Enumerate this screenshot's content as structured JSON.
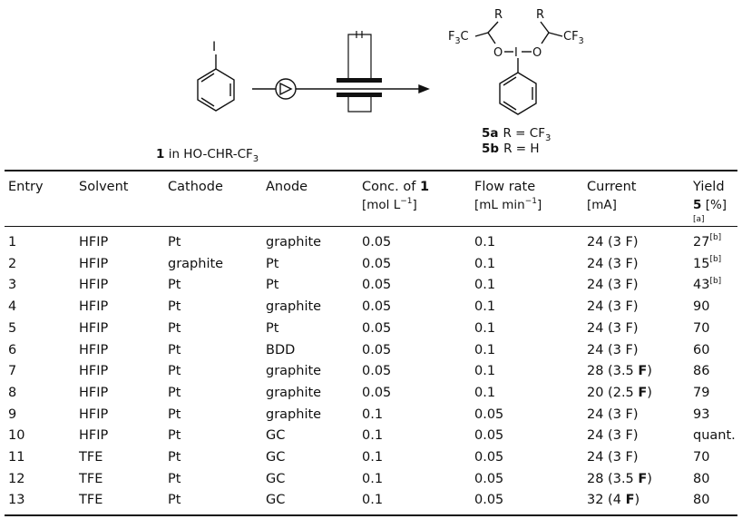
{
  "scheme": {
    "reactant_label": "1",
    "reactant_condition_text": " in HO-CHR-CF",
    "reactant_condition_sub": "3",
    "iodo_atom": "I",
    "product_I": "I",
    "product_O_left": "O",
    "product_O_right": "O",
    "product_R_left": "R",
    "product_R_right": "R",
    "cf3_left": "F",
    "cf3_left_sub": "3",
    "cf3_left_tail": "C",
    "cf3_right": "CF",
    "cf3_right_sub": "3",
    "product_5a_label": "5a",
    "product_5a_text": "R = CF",
    "product_5a_sub": "3",
    "product_5b_label": "5b",
    "product_5b_text": "R = H"
  },
  "table": {
    "headers": [
      {
        "text": "Entry"
      },
      {
        "text": "Solvent"
      },
      {
        "text": "Cathode"
      },
      {
        "text": "Anode"
      },
      {
        "text": "Conc. of ",
        "bold": "1",
        "sub_a": "[mol L",
        "sub_sup": "−1",
        "sub_b": "]"
      },
      {
        "text": "Flow rate",
        "sub_a": "[mL min",
        "sub_sup": "−1",
        "sub_b": "]"
      },
      {
        "text": "Current",
        "sub_a": "[mA]"
      },
      {
        "text": "Yield",
        "sub_bold": "5",
        "sub_a": " [%]",
        "sub_sup": "[a]"
      }
    ],
    "rows": [
      {
        "entry": "1",
        "solvent": "HFIP",
        "cathode": "Pt",
        "anode": "graphite",
        "conc": "0.05",
        "flow": "0.1",
        "current": "24 (3 F)",
        "current_pre": "",
        "current_bold": "",
        "current_post": "",
        "yield": "27",
        "yield_note": "[b]"
      },
      {
        "entry": "2",
        "solvent": "HFIP",
        "cathode": "graphite",
        "anode": "Pt",
        "conc": "0.05",
        "flow": "0.1",
        "current": "24 (3 F)",
        "current_pre": "",
        "current_bold": "",
        "current_post": "",
        "yield": "15",
        "yield_note": "[b]"
      },
      {
        "entry": "3",
        "solvent": "HFIP",
        "cathode": "Pt",
        "anode": "Pt",
        "conc": "0.05",
        "flow": "0.1",
        "current": "24 (3 F)",
        "current_pre": "",
        "current_bold": "",
        "current_post": "",
        "yield": "43",
        "yield_note": "[b]"
      },
      {
        "entry": "4",
        "solvent": "HFIP",
        "cathode": "Pt",
        "anode": "graphite",
        "conc": "0.05",
        "flow": "0.1",
        "current": "24 (3 F)",
        "current_pre": "",
        "current_bold": "",
        "current_post": "",
        "yield": "90",
        "yield_note": ""
      },
      {
        "entry": "5",
        "solvent": "HFIP",
        "cathode": "Pt",
        "anode": "Pt",
        "conc": "0.05",
        "flow": "0.1",
        "current": "24 (3 F)",
        "current_pre": "",
        "current_bold": "",
        "current_post": "",
        "yield": "70",
        "yield_note": ""
      },
      {
        "entry": "6",
        "solvent": "HFIP",
        "cathode": "Pt",
        "anode": "BDD",
        "conc": "0.05",
        "flow": "0.1",
        "current": "24 (3 F)",
        "current_pre": "",
        "current_bold": "",
        "current_post": "",
        "yield": "60",
        "yield_note": ""
      },
      {
        "entry": "7",
        "solvent": "HFIP",
        "cathode": "Pt",
        "anode": "graphite",
        "conc": "0.05",
        "flow": "0.1",
        "current": "",
        "current_pre": "28 (3.5 ",
        "current_bold": "F",
        "current_post": ")",
        "yield": "86",
        "yield_note": ""
      },
      {
        "entry": "8",
        "solvent": "HFIP",
        "cathode": "Pt",
        "anode": "graphite",
        "conc": "0.05",
        "flow": "0.1",
        "current": "",
        "current_pre": "20 (2.5 ",
        "current_bold": "F",
        "current_post": ")",
        "yield": "79",
        "yield_note": ""
      },
      {
        "entry": "9",
        "solvent": "HFIP",
        "cathode": "Pt",
        "anode": "graphite",
        "conc": "0.1",
        "flow": "0.05",
        "current": "24 (3 F)",
        "current_pre": "",
        "current_bold": "",
        "current_post": "",
        "yield": "93",
        "yield_note": ""
      },
      {
        "entry": "10",
        "solvent": "HFIP",
        "cathode": "Pt",
        "anode": "GC",
        "conc": "0.1",
        "flow": "0.05",
        "current": "24 (3 F)",
        "current_pre": "",
        "current_bold": "",
        "current_post": "",
        "yield": "quant.",
        "yield_note": ""
      },
      {
        "entry": "11",
        "solvent": "TFE",
        "cathode": "Pt",
        "anode": "GC",
        "conc": "0.1",
        "flow": "0.05",
        "current": "24 (3 F)",
        "current_pre": "",
        "current_bold": "",
        "current_post": "",
        "yield": "70",
        "yield_note": ""
      },
      {
        "entry": "12",
        "solvent": "TFE",
        "cathode": "Pt",
        "anode": "GC",
        "conc": "0.1",
        "flow": "0.05",
        "current": "",
        "current_pre": "28 (3.5 ",
        "current_bold": "F",
        "current_post": ")",
        "yield": "80",
        "yield_note": ""
      },
      {
        "entry": "13",
        "solvent": "TFE",
        "cathode": "Pt",
        "anode": "GC",
        "conc": "0.1",
        "flow": "0.05",
        "current": "",
        "current_pre": "32 (4 ",
        "current_bold": "F",
        "current_post": ")",
        "yield": "80",
        "yield_note": ""
      }
    ]
  }
}
